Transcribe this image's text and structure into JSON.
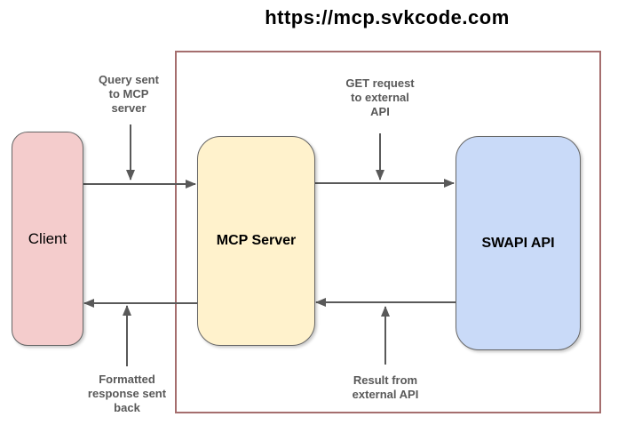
{
  "title": "https://mcp.svkcode.com",
  "colors": {
    "page_bg": "#ffffff",
    "boundary_stroke": "#a56e6e",
    "arrow": "#595959",
    "edge_label": "#595959",
    "node_label": "#000000",
    "node_stroke": "#666666",
    "client_fill": "#f4cccc",
    "mcp_fill": "#fff2cc",
    "swapi_fill": "#c9daf8"
  },
  "nodes": {
    "client": {
      "label": "Client"
    },
    "mcp_server": {
      "label": "MCP Server"
    },
    "swapi_api": {
      "label": "SWAPI API"
    }
  },
  "edge_labels": {
    "query": "Query sent\nto MCP\nserver",
    "get_request": "GET request\nto external\nAPI",
    "result": "Result from\nexternal API",
    "formatted_response": "Formatted\nresponse sent\nback"
  }
}
